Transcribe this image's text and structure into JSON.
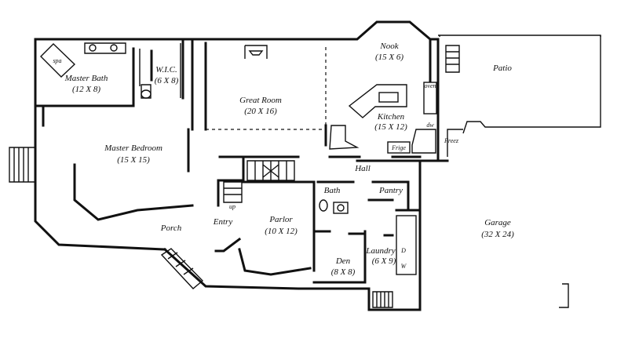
{
  "rooms": {
    "master_bath": {
      "name": "Master Bath",
      "size": "(12 X 8)"
    },
    "wic": {
      "name": "W.I.C.",
      "size": "(6 X 8)"
    },
    "great_room": {
      "name": "Great Room",
      "size": "(20 X 16)"
    },
    "nook": {
      "name": "Nook",
      "size": "(15 X 6)"
    },
    "patio": {
      "name": "Patio"
    },
    "kitchen": {
      "name": "Kitchen",
      "size": "(15 X 12)"
    },
    "master_bedroom": {
      "name": "Master Bedroom",
      "size": "(15 X 15)"
    },
    "hall": {
      "name": "Hall"
    },
    "bath": {
      "name": "Bath"
    },
    "pantry": {
      "name": "Pantry"
    },
    "entry": {
      "name": "Entry"
    },
    "parlor": {
      "name": "Parlor",
      "size": "(10 X 12)"
    },
    "garage": {
      "name": "Garage",
      "size": "(32 X 24)"
    },
    "porch": {
      "name": "Porch"
    },
    "den": {
      "name": "Den",
      "size": "(8 X 8)"
    },
    "laundry": {
      "name": "Laundry",
      "size": "(6 X 9)"
    }
  },
  "fixtures": {
    "spa": "spa",
    "frige": "Frige",
    "freez": "Freez",
    "dw": "dw",
    "oven": "oven",
    "up": "up",
    "d": "D",
    "w": "W"
  }
}
